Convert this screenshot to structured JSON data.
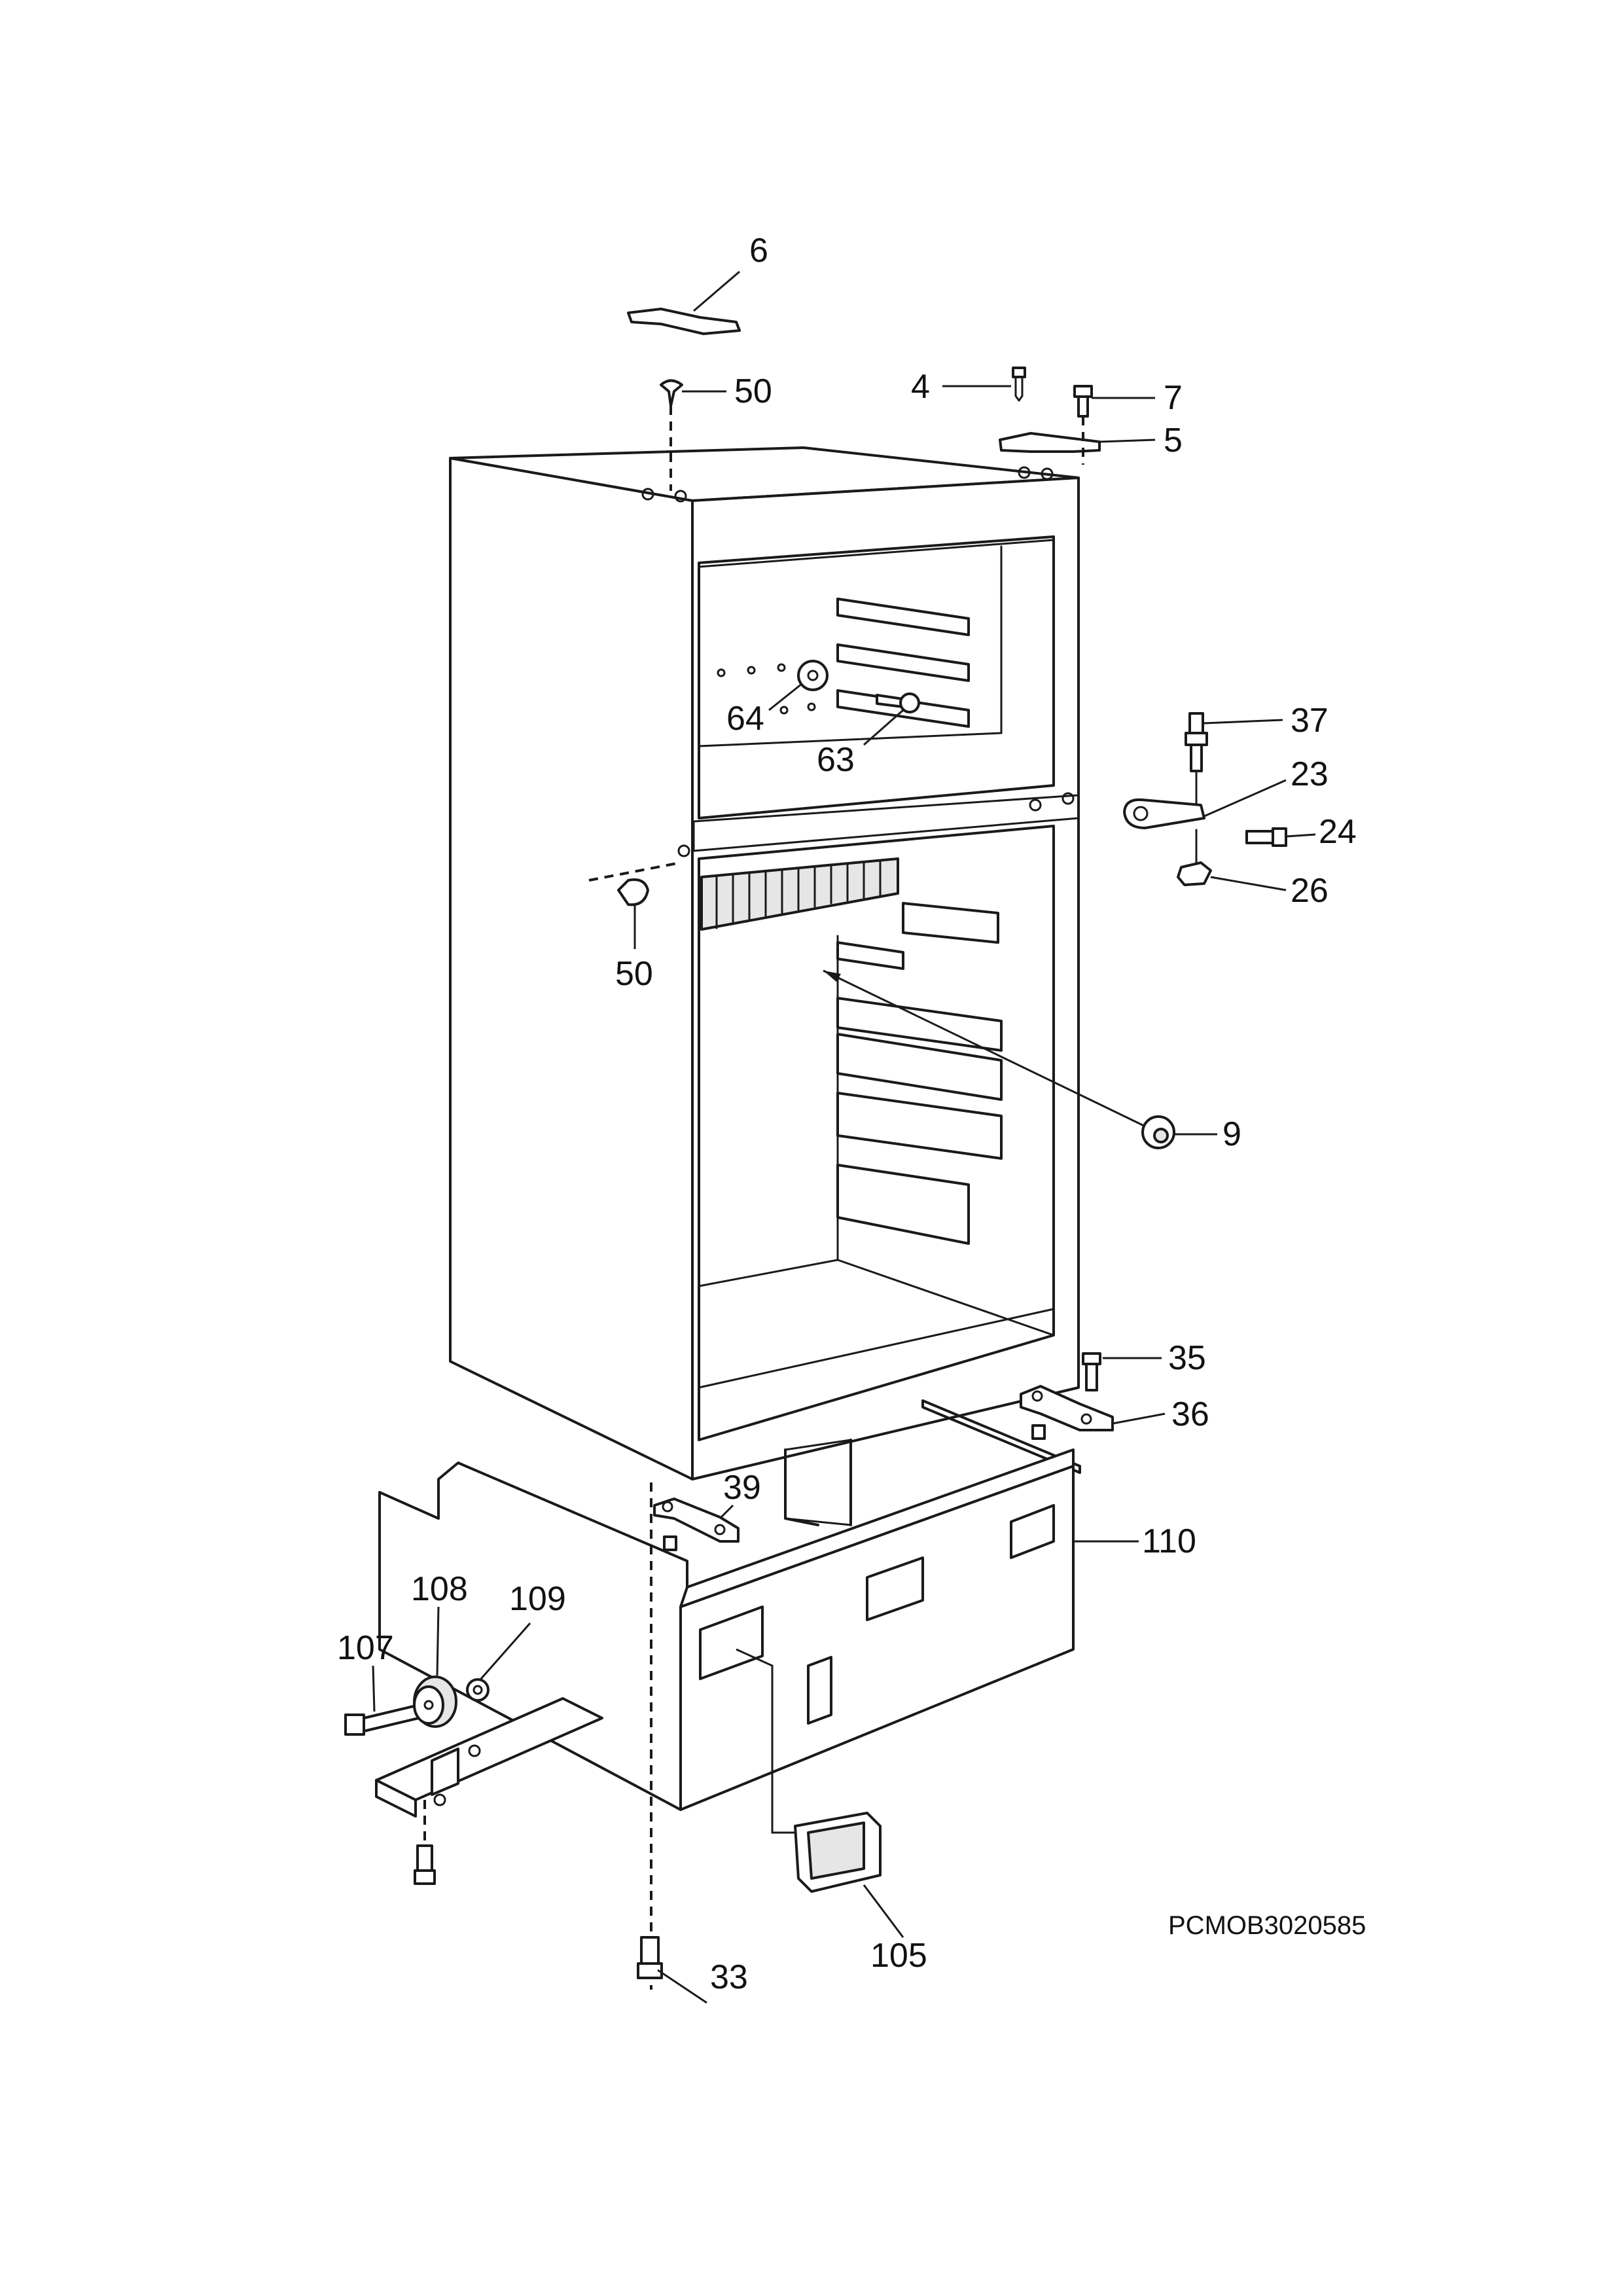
{
  "diagram": {
    "drawing_code": "PCMOB3020585",
    "labels": {
      "p6": "6",
      "p50_top": "50",
      "p4": "4",
      "p7": "7",
      "p5": "5",
      "p37": "37",
      "p23": "23",
      "p24": "24",
      "p26": "26",
      "p64": "64",
      "p63": "63",
      "p50_side": "50",
      "p9": "9",
      "p35": "35",
      "p36": "36",
      "p39": "39",
      "p110": "110",
      "p108": "108",
      "p109": "109",
      "p107": "107",
      "p105": "105",
      "p33": "33"
    }
  }
}
